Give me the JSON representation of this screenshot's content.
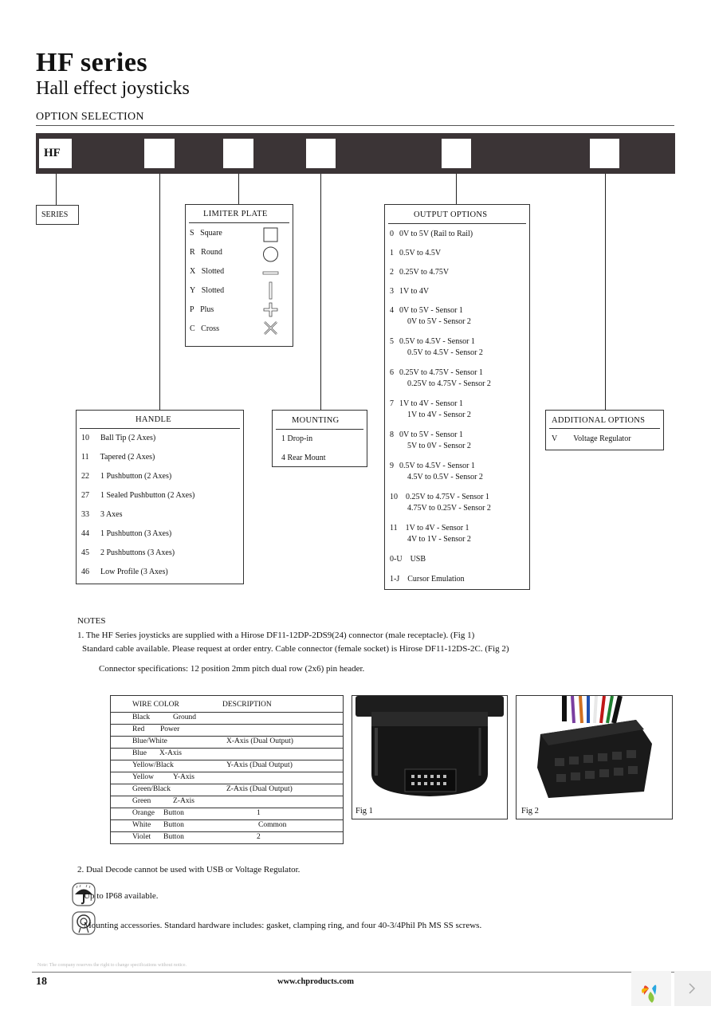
{
  "header": {
    "title": "HF series",
    "subtitle": "Hall effect joysticks",
    "section": "OPTION SELECTION"
  },
  "code_bar": {
    "first_slot": "HF"
  },
  "series_box": {
    "label": "SERIES"
  },
  "limiter_plate": {
    "heading": "LIMITER PLATE",
    "items": [
      {
        "code": "S",
        "label": "Square",
        "icon": "square-icon"
      },
      {
        "code": "R",
        "label": "Round",
        "icon": "circle-icon"
      },
      {
        "code": "X",
        "label": "Slotted",
        "icon": "horizontal-slot-icon"
      },
      {
        "code": "Y",
        "label": "Slotted",
        "icon": "vertical-slot-icon"
      },
      {
        "code": "P",
        "label": "Plus",
        "icon": "plus-icon"
      },
      {
        "code": "C",
        "label": "Cross",
        "icon": "cross-icon"
      }
    ]
  },
  "output_options": {
    "heading": "OUTPUT OPTIONS",
    "items": [
      {
        "code": "0",
        "line1": "0V to 5V (Rail to Rail)",
        "line2": ""
      },
      {
        "code": "1",
        "line1": "0.5V to 4.5V",
        "line2": ""
      },
      {
        "code": "2",
        "line1": "0.25V to 4.75V",
        "line2": ""
      },
      {
        "code": "3",
        "line1": "1V to 4V",
        "line2": ""
      },
      {
        "code": "4",
        "line1": "0V to 5V - Sensor 1",
        "line2": "0V to 5V - Sensor 2"
      },
      {
        "code": "5",
        "line1": "0.5V to 4.5V - Sensor 1",
        "line2": "0.5V to 4.5V - Sensor 2"
      },
      {
        "code": "6",
        "line1": "0.25V to 4.75V - Sensor 1",
        "line2": "0.25V to 4.75V - Sensor 2"
      },
      {
        "code": "7",
        "line1": "1V to 4V - Sensor 1",
        "line2": "1V to 4V - Sensor 2"
      },
      {
        "code": "8",
        "line1": "0V to 5V - Sensor 1",
        "line2": "5V to 0V - Sensor 2"
      },
      {
        "code": "9",
        "line1": "0.5V to 4.5V - Sensor 1",
        "line2": "4.5V to 0.5V - Sensor 2"
      },
      {
        "code": "10",
        "line1": "0.25V to 4.75V - Sensor 1",
        "line2": "4.75V to 0.25V - Sensor 2"
      },
      {
        "code": "11",
        "line1": "1V to 4V - Sensor 1",
        "line2": "4V to 1V - Sensor 2"
      },
      {
        "code": "0-U",
        "line1": "USB",
        "line2": ""
      },
      {
        "code": "1-J",
        "line1": "Cursor Emulation",
        "line2": ""
      }
    ]
  },
  "handle": {
    "heading": "HANDLE",
    "items": [
      {
        "code": "10",
        "label": "Ball Tip (2 Axes)"
      },
      {
        "code": "11",
        "label": "Tapered (2 Axes)"
      },
      {
        "code": "22",
        "label": "1 Pushbutton (2 Axes)"
      },
      {
        "code": "27",
        "label": "1 Sealed Pushbutton (2 Axes)"
      },
      {
        "code": "33",
        "label": "3 Axes"
      },
      {
        "code": "44",
        "label": "1 Pushbutton (3 Axes)"
      },
      {
        "code": "45",
        "label": "2 Pushbuttons (3 Axes)"
      },
      {
        "code": "46",
        "label": "Low Profile (3 Axes)"
      }
    ]
  },
  "mounting": {
    "heading": "MOUNTING",
    "items": [
      "1 Drop-in",
      "4  Rear Mount"
    ]
  },
  "additional": {
    "heading": "ADDITIONAL OPTIONS",
    "items": [
      {
        "code": "V",
        "label": "Voltage Regulator"
      }
    ]
  },
  "notes": {
    "heading": "NOTES",
    "note1_a": "1.   The HF Series joysticks are supplied with a Hirose DF11-12DP-2DS9(24) connector (male receptacle). (Fig 1)",
    "note1_b": "Standard cable available. Please request at order entry. Cable connector (female socket) is Hirose DF11-12DS-2C. (Fig 2)",
    "note1_c": "Connector specifications:  12 position 2mm pitch dual row (2x6) pin header.",
    "note2": "2.        Dual Decode cannot be used with USB or Voltage Regulator.",
    "ip68": "Up to IP68 available.",
    "mounting_acc": "Mounting accessories. Standard hardware includes: gasket, clamping ring, and four 40-3/4Phil Ph MS SS screws."
  },
  "wire_table": {
    "header_color": "WIRE COLOR",
    "header_desc": "DESCRIPTION",
    "rows": [
      {
        "color": "Black",
        "a": "Ground",
        "b": ""
      },
      {
        "color": "Red",
        "a": "Power",
        "b": ""
      },
      {
        "color": "Blue/White",
        "a": "",
        "b": "X-Axis (Dual Output)"
      },
      {
        "color": "Blue",
        "a": "X-Axis",
        "b": ""
      },
      {
        "color": "Yellow/Black",
        "a": "",
        "b": "Y-Axis (Dual Output)"
      },
      {
        "color": "Yellow",
        "a": "Y-Axis",
        "b": ""
      },
      {
        "color": "Green/Black",
        "a": "",
        "b": "Z-Axis (Dual Output)"
      },
      {
        "color": "Green",
        "a": "Z-Axis",
        "b": ""
      },
      {
        "color": "Orange",
        "a": "Button",
        "b": "1"
      },
      {
        "color": "White",
        "a": "Button",
        "b": "Common"
      },
      {
        "color": "Violet",
        "a": "Button",
        "b": "2"
      }
    ]
  },
  "figures": {
    "fig1": "Fig 1",
    "fig2": "Fig 2"
  },
  "footer": {
    "disclaimer": "Note: The company reserves the right to change specifications without notice.",
    "page_number": "18",
    "website": "www.chproducts.com"
  }
}
